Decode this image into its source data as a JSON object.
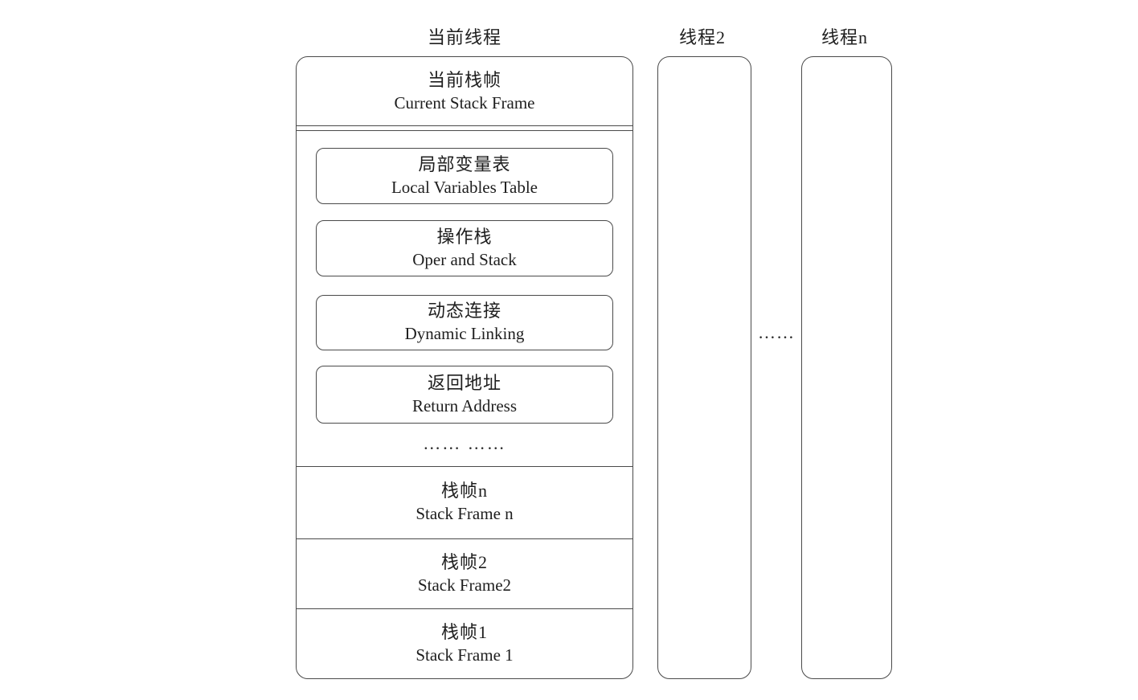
{
  "figure": {
    "thread_labels": {
      "current": "当前线程",
      "thread2": "线程2",
      "threadn": "线程n"
    },
    "current_thread": {
      "header": {
        "zh": "当前栈帧",
        "en": "Current Stack Frame"
      },
      "frame_parts": [
        {
          "zh": "局部变量表",
          "en": "Local Variables Table"
        },
        {
          "zh": "操作栈",
          "en": "Oper and Stack"
        },
        {
          "zh": "动态连接",
          "en": "Dynamic Linking"
        },
        {
          "zh": "返回地址",
          "en": "Return Address"
        }
      ],
      "parts_ellipsis": "…… ……",
      "frames": [
        {
          "zh": "栈帧n",
          "en": "Stack Frame n"
        },
        {
          "zh": "栈帧2",
          "en": "Stack Frame2"
        },
        {
          "zh": "栈帧1",
          "en": "Stack Frame 1"
        }
      ]
    },
    "between_threads_ellipsis": "……",
    "colors": {
      "background": "#ffffff",
      "border": "#4a4a4a",
      "text": "#1e1e1e"
    }
  }
}
